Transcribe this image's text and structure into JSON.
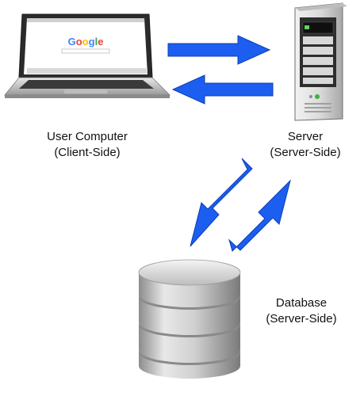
{
  "nodes": {
    "client": {
      "title": "User Computer",
      "subtitle": "(Client-Side)",
      "screen_brand": "Google",
      "icon": "laptop-icon"
    },
    "server": {
      "title": "Server",
      "subtitle": "(Server-Side)",
      "icon": "server-tower-icon"
    },
    "database": {
      "title": "Database",
      "subtitle": "(Server-Side)",
      "icon": "database-cylinder-icon"
    }
  },
  "arrows": [
    {
      "from": "client",
      "to": "server"
    },
    {
      "from": "server",
      "to": "client"
    },
    {
      "from": "server",
      "to": "database"
    },
    {
      "from": "database",
      "to": "server"
    }
  ],
  "colors": {
    "arrow": "#1c5ef0",
    "arrow_outline": "#0d3fb5",
    "google_blue": "#4285f4",
    "google_red": "#ea4335",
    "google_yellow": "#fbbc05",
    "google_green": "#34a853",
    "server_body": "#d9d9d9",
    "database_body": "#c9c9c9"
  }
}
